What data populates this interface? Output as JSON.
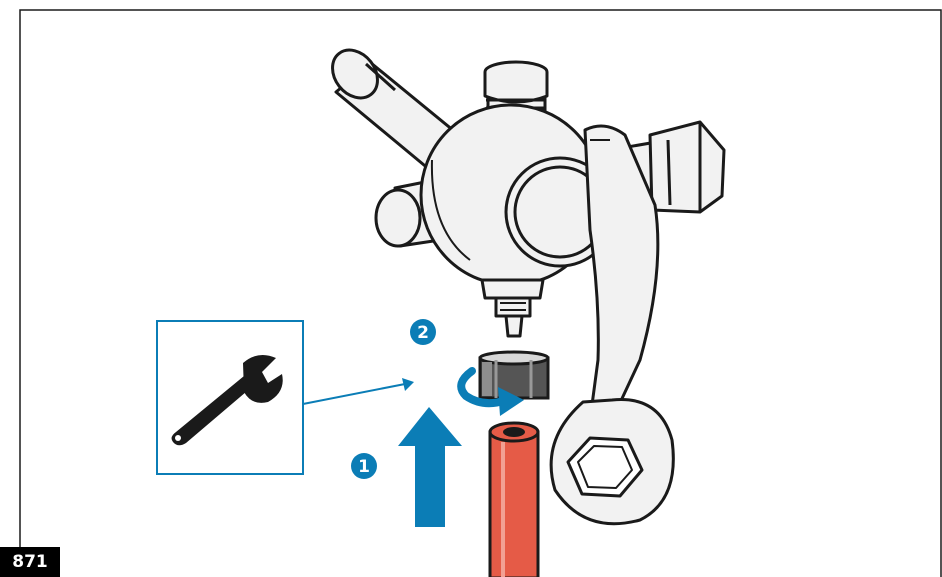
{
  "figure": {
    "number": "871",
    "steps": [
      {
        "label": "1"
      },
      {
        "label": "2"
      }
    ]
  },
  "icons": {
    "inset": "wrench-icon",
    "assembly": "valve-assembly",
    "pipe": "red-hose"
  },
  "colors": {
    "accent_blue": "#0b7db6",
    "hose_red": "#e55b47",
    "outline": "#1a1a1a",
    "metal_fill": "#f2f2f2",
    "nut_dark": "#2c2c2c"
  }
}
